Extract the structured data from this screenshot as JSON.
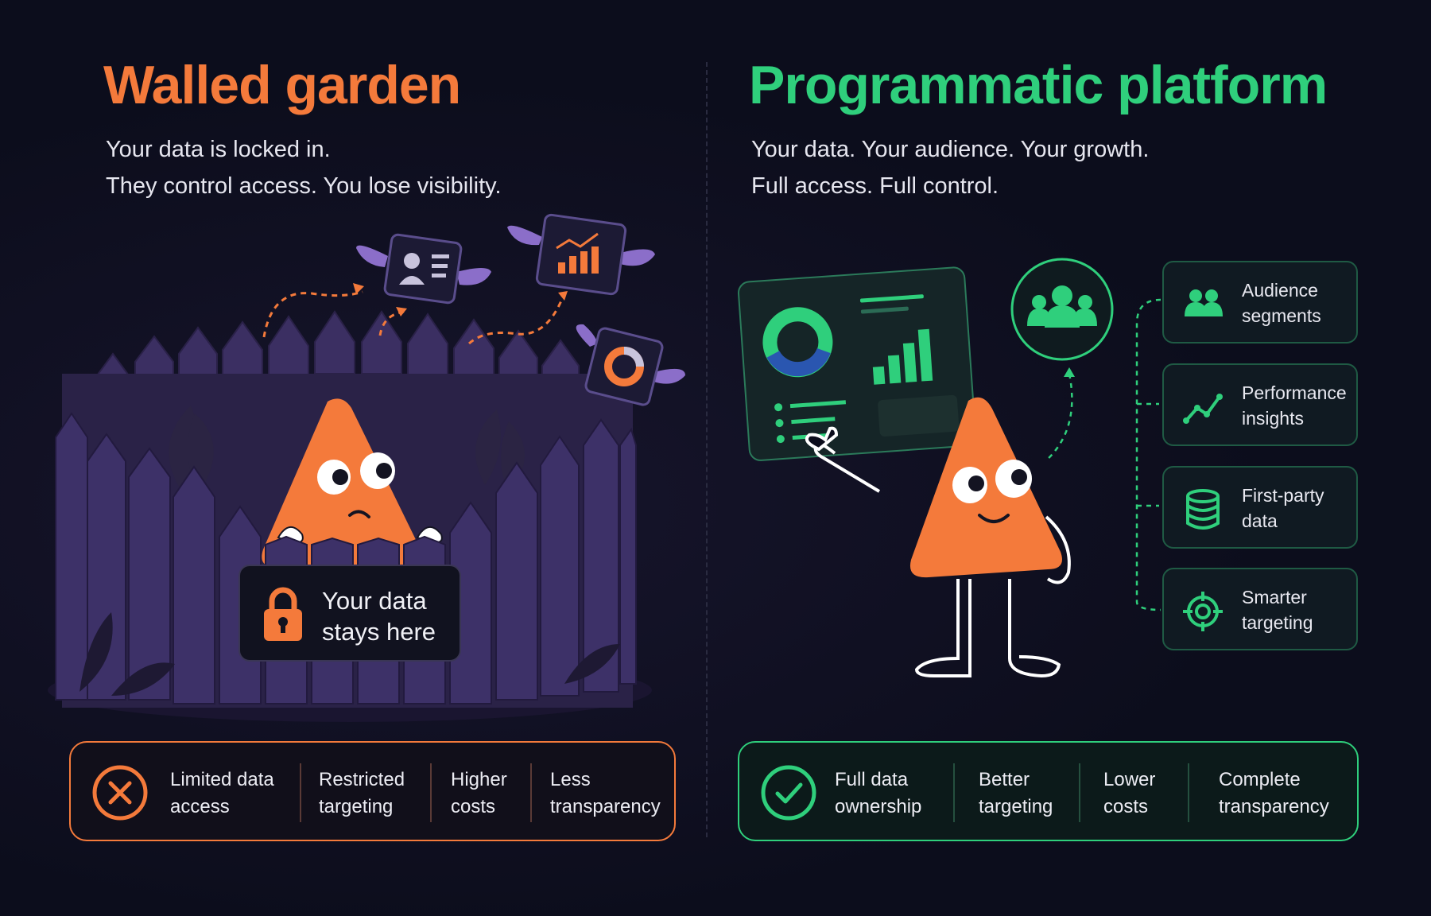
{
  "colors": {
    "orange": "#f47a3b",
    "green": "#2fcf7c",
    "background": "#0c0d1c"
  },
  "left": {
    "title": "Walled garden",
    "subtitle_line1": "Your data is locked in.",
    "subtitle_line2": "They control access. You lose visibility.",
    "badge_line1": "Your data",
    "badge_line2": "stays here",
    "badge_icon": "lock-icon",
    "status_icon": "x-circle-icon",
    "items": [
      {
        "line1": "Limited data",
        "line2": "access"
      },
      {
        "line1": "Restricted",
        "line2": "targeting"
      },
      {
        "line1": "Higher",
        "line2": "costs"
      },
      {
        "line1": "Less",
        "line2": "transparency"
      }
    ]
  },
  "right": {
    "title": "Programmatic platform",
    "subtitle_line1": "Your data. Your audience. Your growth.",
    "subtitle_line2": "Full access. Full control.",
    "status_icon": "check-circle-icon",
    "features": [
      {
        "line1": "Audience",
        "line2": "segments",
        "icon": "users-icon"
      },
      {
        "line1": "Performance",
        "line2": "insights",
        "icon": "trend-line-icon"
      },
      {
        "line1": "First-party",
        "line2": "data",
        "icon": "database-icon"
      },
      {
        "line1": "Smarter",
        "line2": "targeting",
        "icon": "target-icon"
      }
    ],
    "items": [
      {
        "line1": "Full data",
        "line2": "ownership"
      },
      {
        "line1": "Better",
        "line2": "targeting"
      },
      {
        "line1": "Lower",
        "line2": "costs"
      },
      {
        "line1": "Complete",
        "line2": "transparency"
      }
    ]
  }
}
